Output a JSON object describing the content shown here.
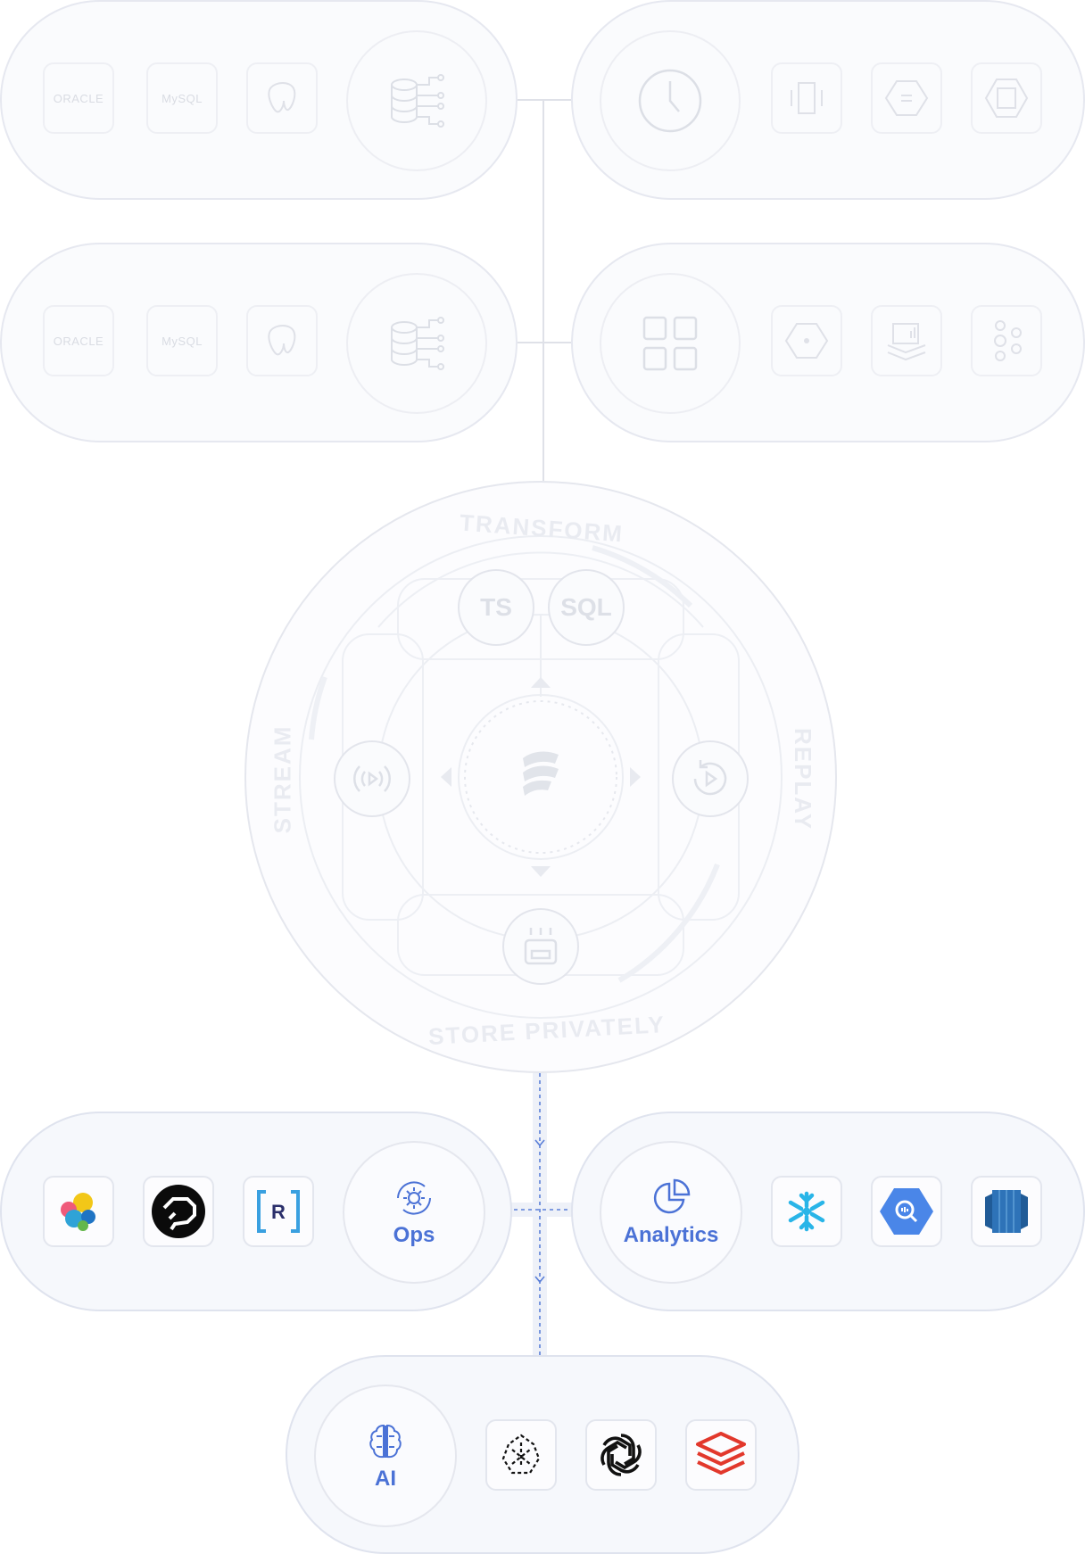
{
  "sources_row1": {
    "tiles": [
      "ORACLE",
      "MySQL",
      "postgres"
    ],
    "hub_icon": "database-branch-icon"
  },
  "sources_row1_right": {
    "hub_icon": "clock-icon",
    "tiles": [
      "data-tile-icon",
      "pubsub-icon",
      "mainframe-icon"
    ]
  },
  "sources_row2": {
    "tiles": [
      "ORACLE",
      "MySQL",
      "postgres"
    ],
    "hub_icon": "database-branch-icon"
  },
  "sources_row2_right": {
    "hub_icon": "grid-icon",
    "tiles": [
      "hex-node-icon",
      "warehouse-chart-icon",
      "kafka-icon"
    ]
  },
  "engine": {
    "ring_labels": {
      "top": "TRANSFORM",
      "left": "STREAM",
      "right": "REPLAY",
      "bottom": "STORE PRIVATELY"
    },
    "chips": {
      "ts": "TS",
      "sql": "SQL"
    },
    "center_icon": "estuary-logo-icon"
  },
  "destinations": {
    "ops": {
      "label": "Ops",
      "tiles": [
        "elastic-icon",
        "pathway-icon",
        "rockset-icon"
      ]
    },
    "analytics": {
      "label": "Analytics",
      "tiles": [
        "snowflake-icon",
        "bigquery-icon",
        "redshift-icon"
      ]
    },
    "ai": {
      "label": "AI",
      "tiles": [
        "pinecone-icon",
        "openai-icon",
        "databricks-icon"
      ]
    }
  },
  "colors": {
    "accent": "#4b72d6",
    "faint_border": "#e5e7ee",
    "connector_blue": "#5a7fd8"
  }
}
